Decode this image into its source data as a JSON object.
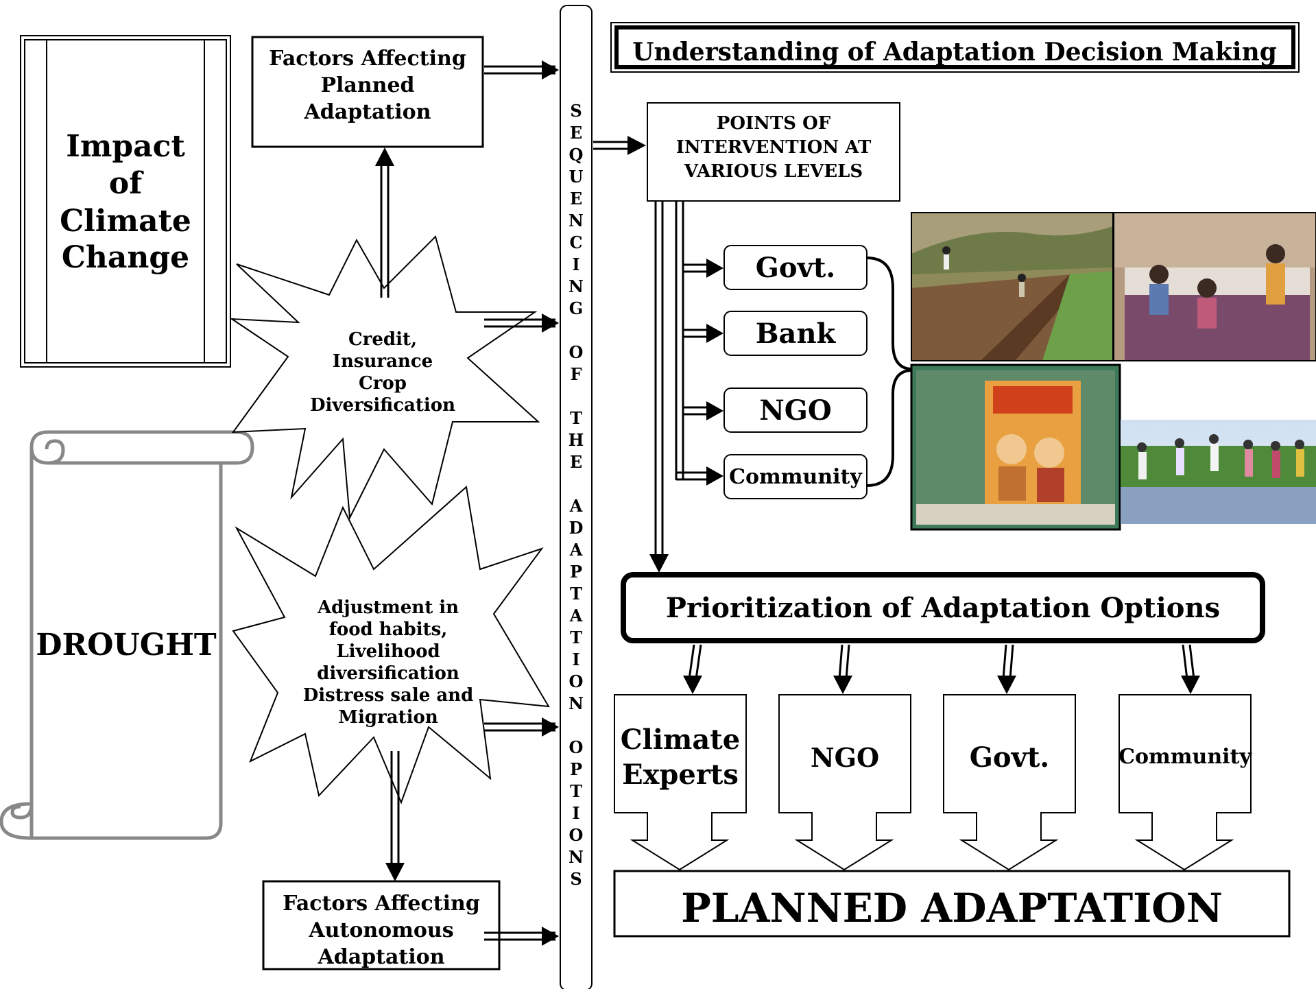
{
  "header": {
    "title": "Understanding of Adaptation Decision Making"
  },
  "impact_box": {
    "lines": [
      "Impact",
      "of",
      "Climate",
      "Change"
    ]
  },
  "drought_scroll": {
    "label": "DROUGHT"
  },
  "planned_factors": {
    "lines": [
      "Factors Affecting",
      "Planned",
      "Adaptation"
    ]
  },
  "autonomous_factors": {
    "lines": [
      "Factors Affecting",
      "Autonomous",
      "Adaptation"
    ]
  },
  "starburst_upper": {
    "lines": [
      "Credit,",
      "Insurance",
      "Crop",
      "Diversification"
    ]
  },
  "starburst_lower": {
    "lines": [
      "Adjustment in",
      "food habits,",
      "Livelihood",
      "diversification",
      "Distress sale and",
      "Migration"
    ]
  },
  "sequencing_bar": {
    "text": "SEQUENCING OF THE ADAPTATION OPTIONS"
  },
  "intervention": {
    "lines": [
      "POINTS OF",
      "INTERVENTION AT",
      "VARIOUS LEVELS"
    ]
  },
  "levels": [
    "Govt.",
    "Bank",
    "NGO",
    "Community"
  ],
  "prioritization": {
    "label": "Prioritization of Adaptation Options"
  },
  "actors": [
    {
      "lines": [
        "Climate",
        "Experts"
      ]
    },
    {
      "lines": [
        "NGO"
      ]
    },
    {
      "lines": [
        "Govt."
      ]
    },
    {
      "lines": [
        "Community"
      ]
    }
  ],
  "planned_adaptation": {
    "label": "PLANNED ADAPTATION"
  },
  "photos": [
    "trench-digging-photo",
    "training-session-photo",
    "awareness-poster-photo",
    "field-visit-photo"
  ],
  "colors": {
    "line": "#000000",
    "scroll": "#888888",
    "background": "#ffffff"
  }
}
